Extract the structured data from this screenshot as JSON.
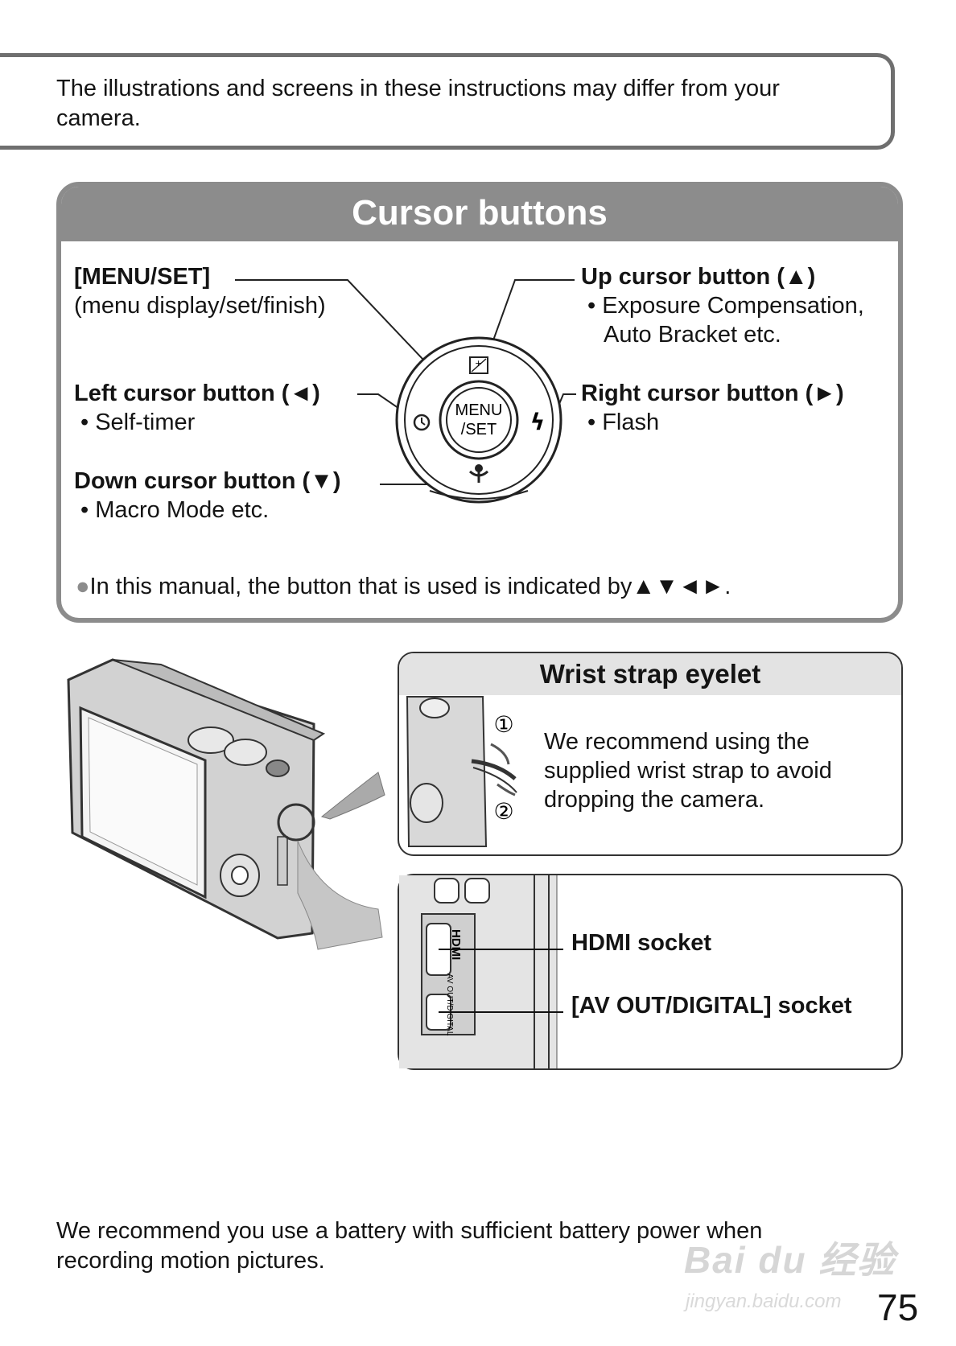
{
  "note": "The illustrations and screens in these instructions may differ from your camera.",
  "cursor_section": {
    "title": "Cursor buttons",
    "menu_set": {
      "label": "[MENU/SET]",
      "desc": "(menu display/set/finish)"
    },
    "up": {
      "label": "Up cursor button (▲)",
      "bullet_1": "• Exposure Compensation,",
      "bullet_2": "Auto Bracket etc."
    },
    "left": {
      "label": "Left cursor button (◄)",
      "bullet": "• Self-timer"
    },
    "right": {
      "label": "Right cursor button (►)",
      "bullet": "• Flash"
    },
    "down": {
      "label": "Down cursor button (▼)",
      "bullet": "• Macro Mode etc."
    },
    "dial_center": [
      "MENU",
      "/SET"
    ],
    "note_bullet": "●",
    "note": "In this manual, the button that is used is indicated by▲▼◄►."
  },
  "wrist": {
    "title": "Wrist strap eyelet",
    "step_1": "①",
    "step_2": "②",
    "text": "We recommend using the supplied wrist strap to avoid dropping the camera."
  },
  "sockets": {
    "hdmi": "HDMI socket",
    "av": "[AV OUT/DIGITAL] socket",
    "port_label_1": "HDMI",
    "port_label_2": "AV OUT/DIGITAL"
  },
  "footer": "We recommend you use a battery with sufficient battery power when recording motion pictures.",
  "page_number": "75",
  "watermark": {
    "logo": "Bai du 经验",
    "url": "jingyan.baidu.com"
  }
}
